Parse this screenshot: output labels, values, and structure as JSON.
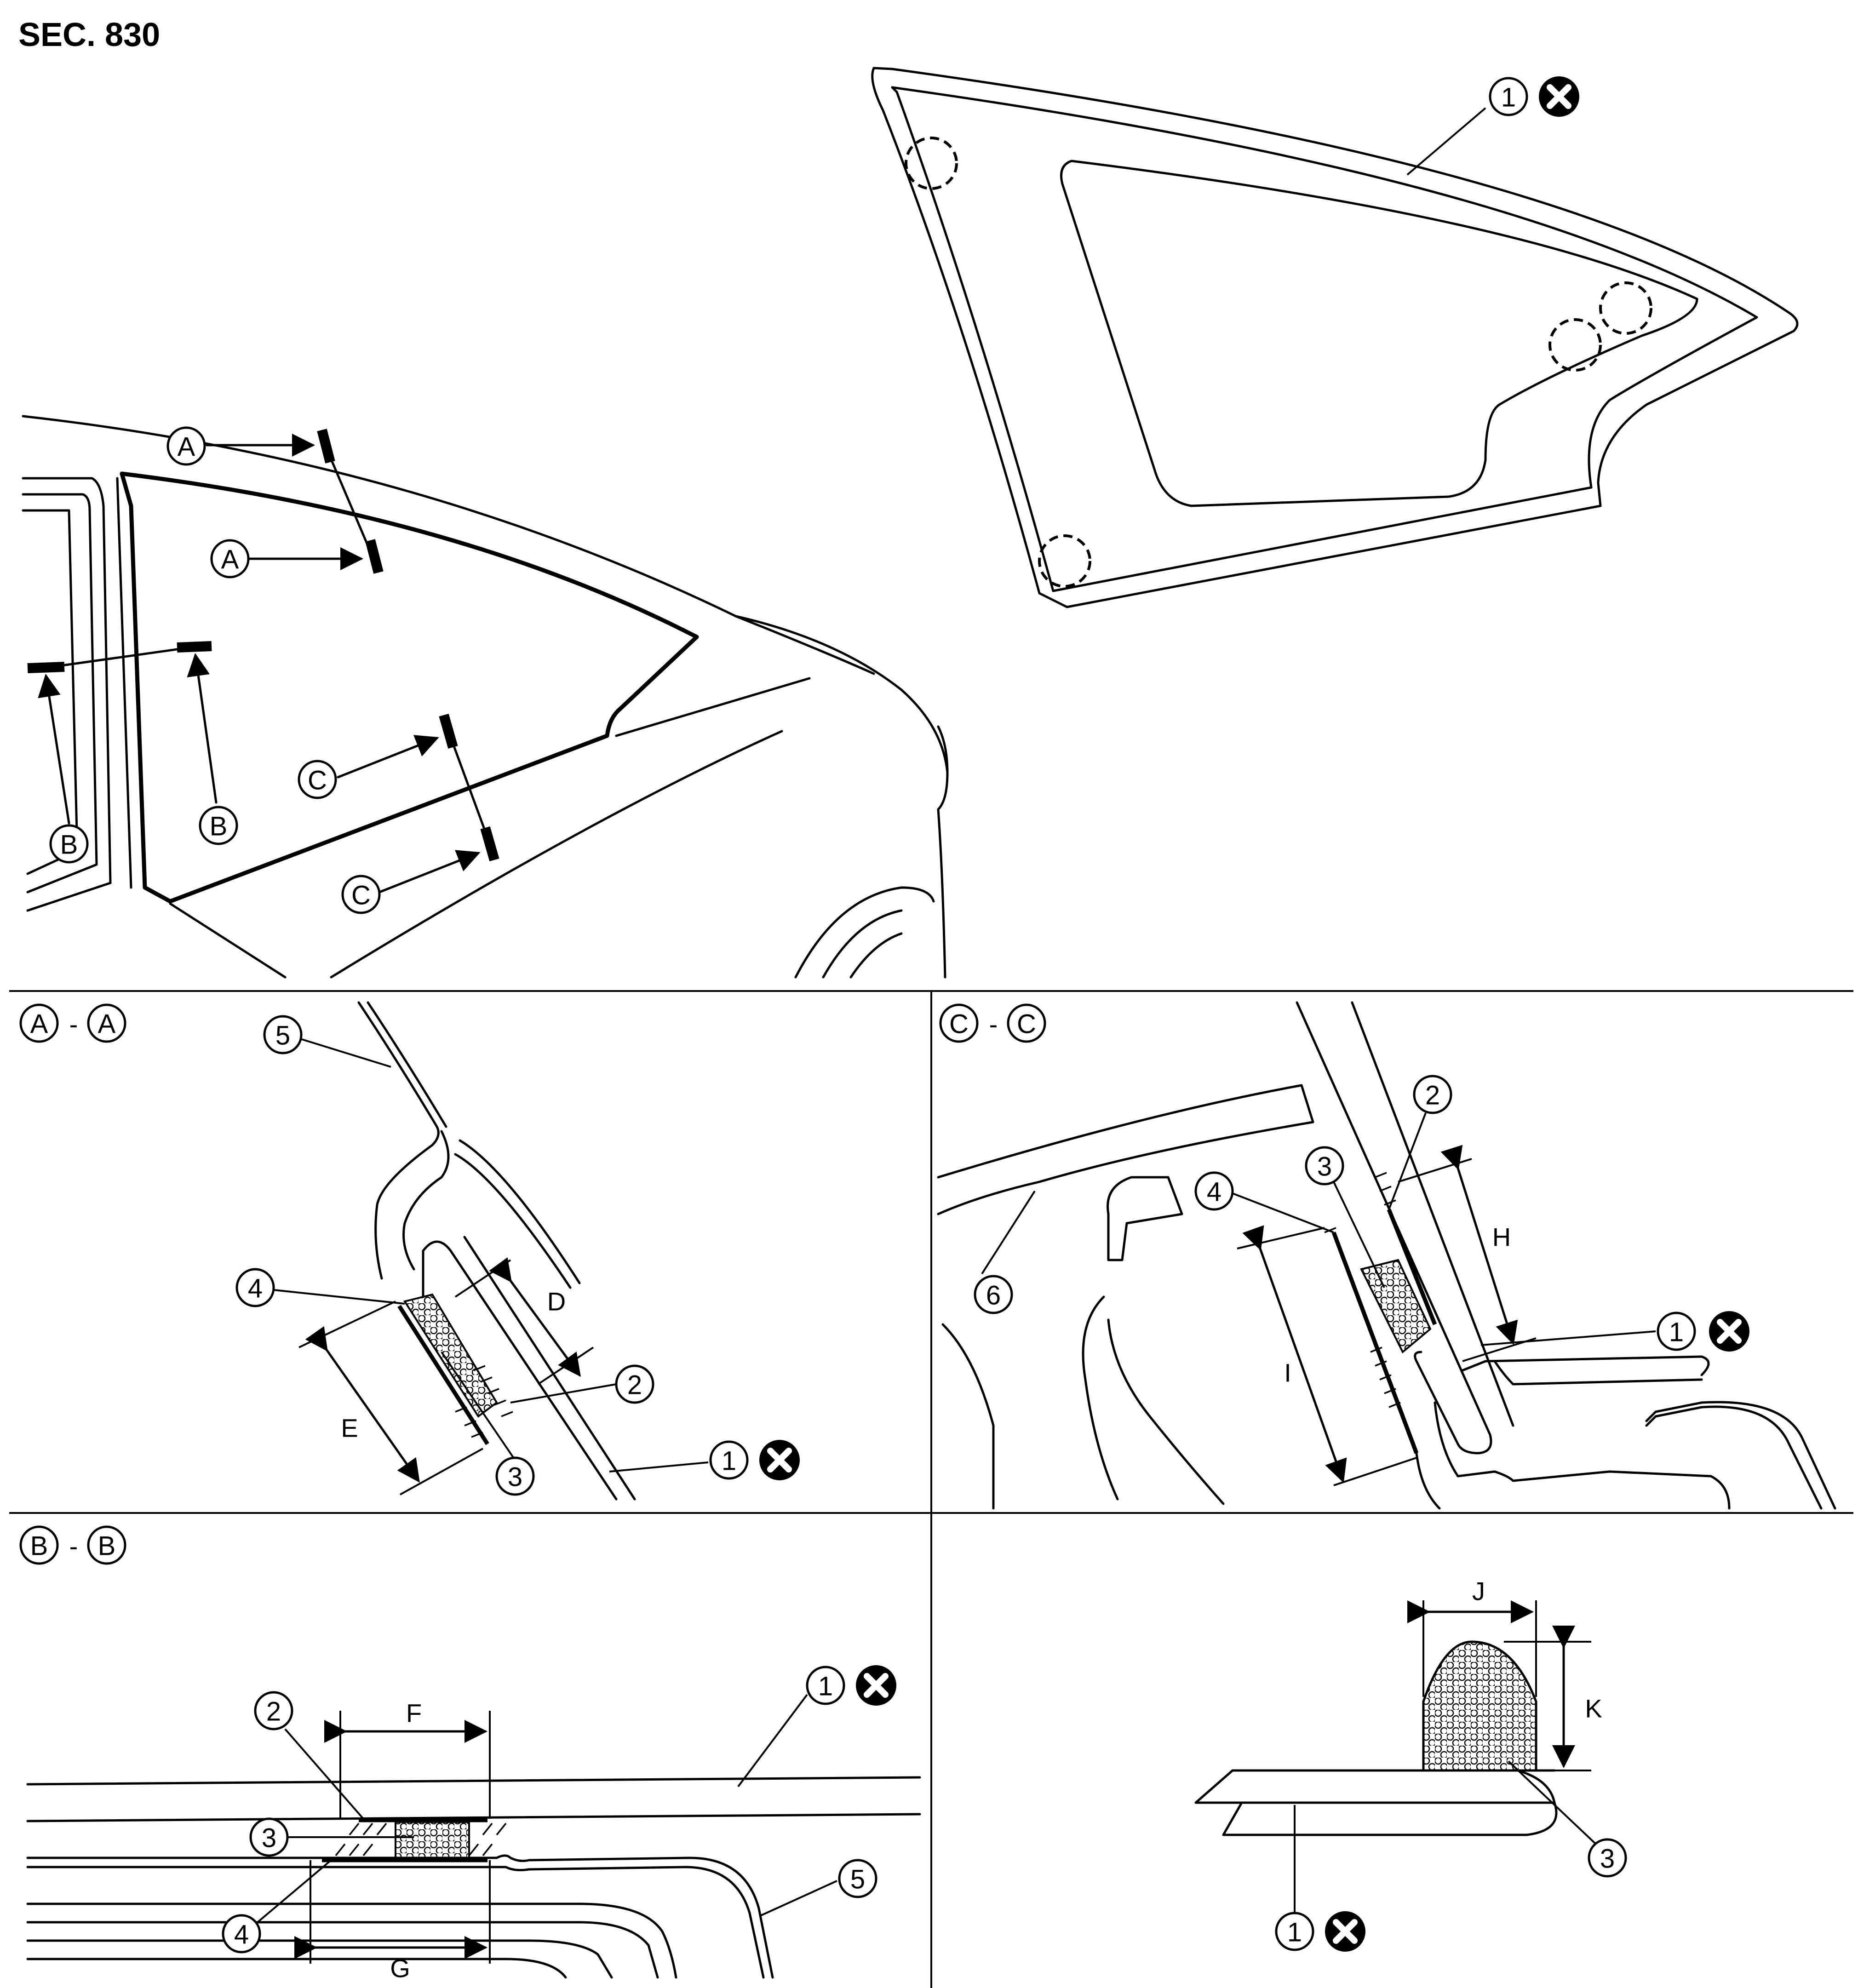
{
  "section_code": "SEC. 830",
  "callout_numbers": [
    "1",
    "2",
    "3",
    "4",
    "5",
    "6"
  ],
  "section_markers": [
    "A",
    "B",
    "C"
  ],
  "section_separator": "-",
  "dimension_labels": [
    "D",
    "E",
    "F",
    "G",
    "H",
    "I",
    "J",
    "K"
  ],
  "icons": {
    "do_not_reuse": "cross-circle-icon"
  },
  "colors": {
    "line": "#000000",
    "background": "#ffffff"
  }
}
